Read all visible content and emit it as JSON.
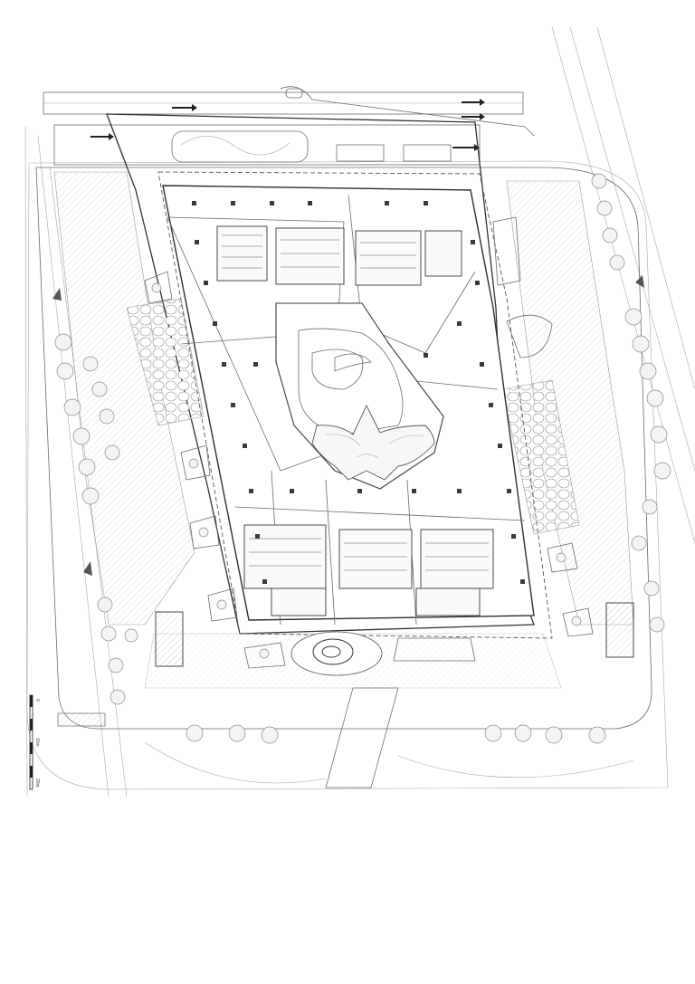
{
  "scale_bar": {
    "labels": [
      "0",
      "10m",
      "20m"
    ]
  },
  "colors": {
    "line": "#6b6b6b",
    "heavy_line": "#333333",
    "background": "#ffffff"
  }
}
